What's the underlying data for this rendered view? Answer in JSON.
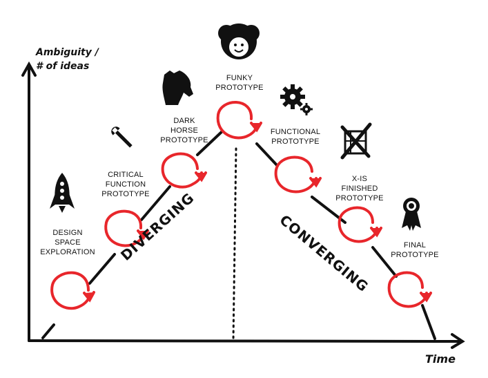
{
  "axes": {
    "y_label_line1": "Ambiguity /",
    "y_label_line2": "# of ideas",
    "x_label": "Time"
  },
  "phases": {
    "diverging": "DIVERGING",
    "converging": "CONVERGING"
  },
  "stages": {
    "design_space": [
      "DESIGN",
      "SPACE",
      "EXPLORATION"
    ],
    "critical_function": [
      "CRITICAL",
      "FUNCTION",
      "PROTOTYPE"
    ],
    "dark_horse": [
      "DARK",
      "HORSE",
      "PROTOTYPE"
    ],
    "funky": [
      "FUNKY",
      "PROTOTYPE"
    ],
    "functional": [
      "FUNCTIONAL",
      "PROTOTYPE"
    ],
    "x_is_finished": [
      "X-IS",
      "FINISHED",
      "PROTOTYPE"
    ],
    "final": [
      "FINAL",
      "PROTOTYPE"
    ]
  },
  "icons": {
    "design_space": "rocket-icon",
    "critical_function": "wrench-icon",
    "dark_horse": "horse-head-icon",
    "funky": "afro-face-icon",
    "functional": "gears-icon",
    "x_is_finished": "crossed-box-icon",
    "final": "award-ribbon-icon"
  },
  "colors": {
    "ink": "#111111",
    "loop": "#e8262b"
  }
}
